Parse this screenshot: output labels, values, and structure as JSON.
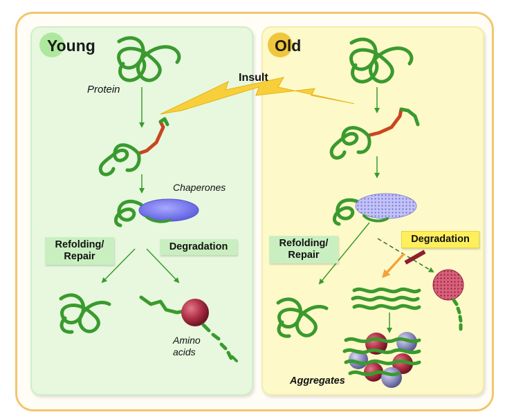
{
  "panels": {
    "young": {
      "title": "Young"
    },
    "old": {
      "title": "Old"
    }
  },
  "labels": {
    "protein": "Protein",
    "insult": "Insult",
    "chaperones": "Chaperones",
    "refolding_young": [
      "Refolding/",
      "Repair"
    ],
    "degradation_young": "Degradation",
    "refolding_old": [
      "Refolding/",
      "Repair"
    ],
    "degradation_old": "Degradation",
    "amino_acids": [
      "Amino",
      "acids"
    ],
    "aggregates": "Aggregates"
  },
  "colors": {
    "young_bg": "#e7f8df",
    "old_bg": "#fdf9c9",
    "frame": "#f2c66d",
    "protein": "#3a9a2e",
    "damaged_segment": "#c9461f",
    "chaperone_young": "#7c7cf0",
    "chaperone_old": "#b7b7f4",
    "lightning": "#f7cf3a",
    "proteasome": "#a83048",
    "aggregate_blue": "#8f8fc0"
  }
}
